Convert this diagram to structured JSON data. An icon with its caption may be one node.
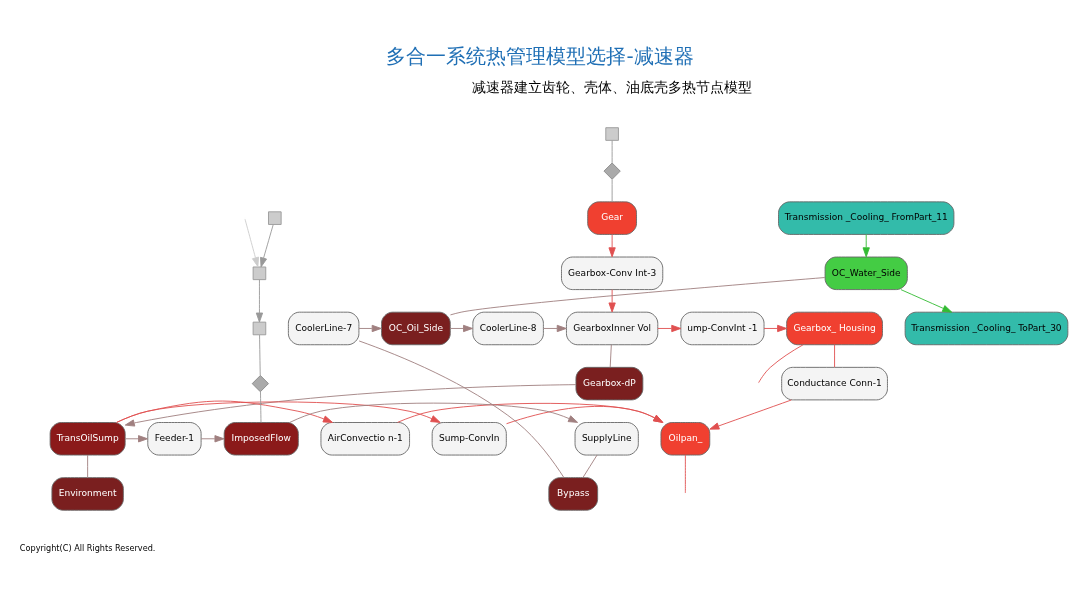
{
  "diagram": {
    "title": "多合一系统热管理模型选择-减速器",
    "nodes": [
      {
        "text": [],
        "shape": "box"
      },
      {
        "text": [],
        "shape": "diamond"
      },
      {
        "text": [
          "Gear"
        ]
      },
      {
        "text": [
          "Gearbox-Conv Int-3"
        ]
      },
      {
        "text": [
          "GearboxInner Vol"
        ]
      },
      {
        "text": [
          "ump-ConvInt -1"
        ]
      },
      {
        "text": [
          "Gearbox_ Housing"
        ]
      },
      {
        "text": [
          "CoolerLine-8"
        ]
      },
      {
        "text": [
          "OC_Oil_Side"
        ]
      },
      {
        "text": [
          "CoolerLine-7"
        ]
      },
      {
        "text": [
          "OC_Water_Side"
        ]
      },
      {
        "text": [
          "Transmission _Cooling_ FromPart_11"
        ]
      },
      {
        "text": [
          "Transmission _Cooling_ ToPart_30"
        ]
      },
      {
        "text": [
          "Conductance Conn-1"
        ]
      },
      {
        "text": [
          "Gearbox-dP"
        ]
      },
      {
        "text": [
          "Oilpan_"
        ]
      },
      {
        "text": [
          "Sump-ConvIn"
        ]
      },
      {
        "text": [
          "AirConvectio n-1"
        ]
      },
      {
        "text": [
          "TransOilSump"
        ]
      },
      {
        "text": [
          "Environment"
        ]
      },
      {
        "text": [
          "Feeder-1"
        ]
      },
      {
        "text": [
          "ImposedFlow"
        ]
      },
      {
        "text": [
          "SupplyLine"
        ]
      },
      {
        "text": [
          "Bypass"
        ]
      },
      {
        "text": [],
        "shape": "box"
      },
      {
        "text": [],
        "shape": "box"
      },
      {
        "text": [],
        "shape": "box"
      },
      {
        "text": [],
        "shape": "diamond"
      }
    ],
    "edges": [
      {
        "from": 0,
        "to": 1,
        "arrow": "none",
        "color": "#999999"
      },
      {
        "from": 1,
        "to": 2,
        "arrow": "none",
        "color": "#999999"
      },
      {
        "from": 2,
        "to": 3,
        "arrow": "to",
        "color": "#e05050"
      },
      {
        "from": 3,
        "to": 4,
        "arrow": "to",
        "color": "#e05050"
      },
      {
        "from": 4,
        "to": 5,
        "arrow": "to",
        "color": "#e05050"
      },
      {
        "from": 5,
        "to": 6,
        "arrow": "to",
        "color": "#e05050"
      },
      {
        "from": 6,
        "to": null,
        "arrow": "none",
        "color": "#e05050"
      },
      {
        "from": 7,
        "to": 4,
        "arrow": "to"
      },
      {
        "from": 8,
        "to": 7,
        "arrow": "to"
      },
      {
        "from": 9,
        "to": 8,
        "arrow": "to"
      },
      {
        "from": 11,
        "to": 10,
        "arrow": "to",
        "color": "#33bb33"
      },
      {
        "from": 10,
        "to": 12,
        "arrow": "to",
        "color": "#33bb33"
      },
      {
        "from": 10,
        "to": 8,
        "arrow": "none"
      },
      {
        "from": 6,
        "to": 13,
        "arrow": "none",
        "color": "#e05050"
      },
      {
        "from": 13,
        "to": 15,
        "arrow": "to",
        "color": "#e05050"
      },
      {
        "from": 4,
        "to": 14,
        "arrow": "none"
      },
      {
        "from": 14,
        "to": 18,
        "arrow": "to"
      },
      {
        "from": 18,
        "to": 16,
        "arrow": "to",
        "color": "#e05050"
      },
      {
        "from": 16,
        "to": 15,
        "arrow": "to",
        "color": "#e05050"
      },
      {
        "from": 18,
        "to": 17,
        "arrow": "to",
        "color": "#e05050"
      },
      {
        "from": 17,
        "to": 15,
        "arrow": "to",
        "color": "#e05050"
      },
      {
        "from": 15,
        "to": null,
        "arrow": "none",
        "color": "#e05050"
      },
      {
        "from": 18,
        "to": 19,
        "arrow": "none"
      },
      {
        "from": 18,
        "to": 20,
        "arrow": "to"
      },
      {
        "from": 20,
        "to": 21,
        "arrow": "to"
      },
      {
        "from": 21,
        "to": 22,
        "arrow": "to"
      },
      {
        "from": 22,
        "to": 23,
        "arrow": "none"
      },
      {
        "from": 23,
        "to": 9,
        "arrow": "none"
      },
      {
        "from": null,
        "to": 25,
        "arrow": "to",
        "color": "#cccccc"
      },
      {
        "from": 24,
        "to": 25,
        "arrow": "to",
        "color": "#999999"
      },
      {
        "from": 25,
        "to": 26,
        "arrow": "to",
        "color": "#999999"
      },
      {
        "from": 26,
        "to": 27,
        "arrow": "none",
        "color": "#999999"
      },
      {
        "from": 27,
        "to": 21,
        "arrow": "none",
        "color": "#999999"
      }
    ],
    "labels": [
      "减速器建立齿轮、壳体、油底壳多热节点模型",
      "Copyright(C) All Rights Reserved."
    ]
  }
}
